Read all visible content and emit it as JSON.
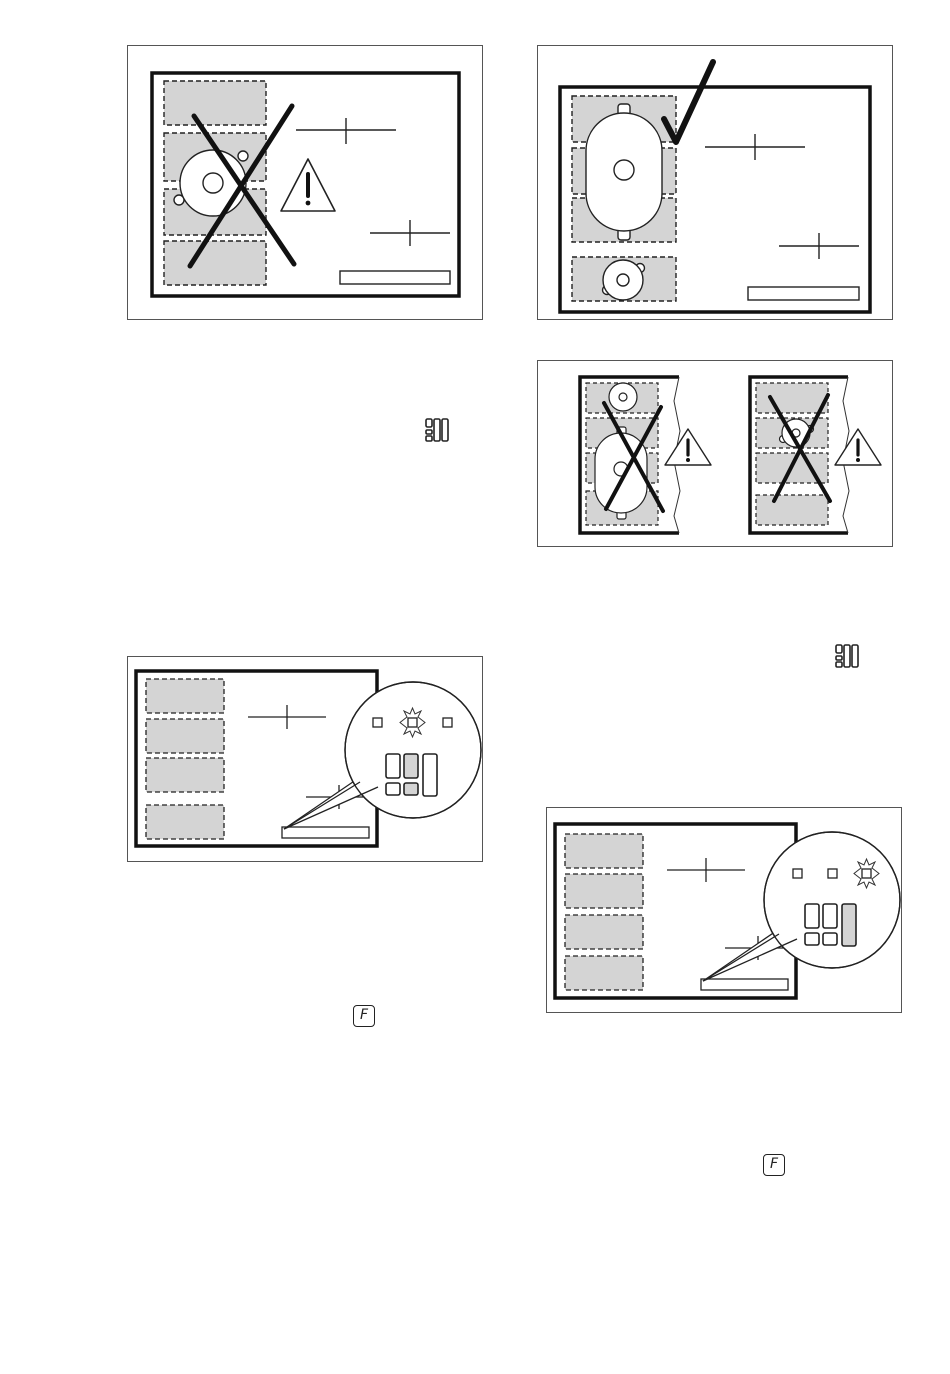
{
  "figures": [
    {
      "id": "cookware-wrong-position",
      "marker": "cross",
      "warning": "!"
    },
    {
      "id": "cookware-bridge-correct",
      "marker": "check"
    },
    {
      "id": "cookware-edge-wrong",
      "marker": "cross",
      "warning": "!"
    },
    {
      "id": "bridge-indicator-left",
      "highlighted_indicator": "middle"
    },
    {
      "id": "bridge-indicator-right",
      "highlighted_indicator": "right"
    }
  ],
  "icons": {
    "bridge_symbol": "bridge-zone-icon",
    "function_key_label": "F"
  }
}
